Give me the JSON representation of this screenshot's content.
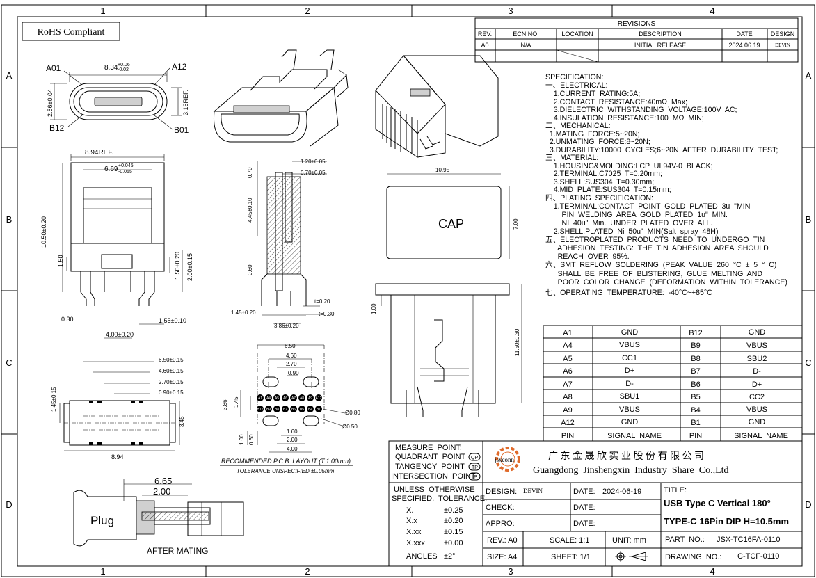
{
  "grid": {
    "cols": [
      "1",
      "2",
      "3",
      "4"
    ],
    "rows": [
      "A",
      "B",
      "C",
      "D"
    ]
  },
  "rohs": "RoHS Compliant",
  "revisions": {
    "title": "REVISIONS",
    "headers": [
      "REV.",
      "ECN NO.",
      "LOCATION",
      "DESCRIPTION",
      "DATE",
      "DESIGN"
    ],
    "rows": [
      [
        "A0",
        "N/A",
        "",
        "INITIAL RELEASE",
        "2024.06.19",
        "DEVIN"
      ]
    ]
  },
  "front_view": {
    "a01": "A01",
    "a12": "A12",
    "b12": "B12",
    "b01": "B01",
    "width": "8.34",
    "width_tol_plus": "+0.06",
    "width_tol_minus": "-0.02",
    "height": "2.56±0.04",
    "height_ref": "3.16REF."
  },
  "side_view": {
    "ref": "8.94REF.",
    "inner": "6.69",
    "inner_tol_plus": "+0.045",
    "inner_tol_minus": "-0.055",
    "height": "10.50±0.20",
    "d150": "1.50",
    "d150b": "1.50±0.20",
    "d200": "2.00±0.15",
    "d030": "0.30",
    "d155": "1.55±0.10",
    "d400": "4.00±0.20"
  },
  "section_view": {
    "d120": "1.20±0.05",
    "d070a": "0.70±0.05",
    "d070": "0.70",
    "d445": "4.45±0.10",
    "d060": "0.60",
    "d145": "1.45±0.20",
    "d386": "3.86±0.20",
    "t020": "t=0.20",
    "t030": "t=0.30"
  },
  "bottom_view": {
    "d650": "6.50±0.15",
    "d460": "4.60±0.15",
    "d270": "2.70±0.15",
    "d090": "0.90±0.15",
    "d145": "1.45±0.15",
    "d345": "3.45",
    "d894": "8.94"
  },
  "pcb": {
    "d650": "6.50",
    "d460": "4.60",
    "d270": "2.70",
    "d090": "0.90",
    "d386": "3.86",
    "d145": "1.45",
    "d080": "Ø0.80",
    "d050": "Ø0.50",
    "d160": "1.60",
    "d200": "2.00",
    "d400": "4.00",
    "d060": "0.60",
    "d100": "1.00",
    "pin_top": [
      "A1",
      "A4",
      "A5",
      "A6",
      "A7",
      "A8",
      "A9",
      "A12"
    ],
    "pin_bot": [
      "B12",
      "B9",
      "B8",
      "B7",
      "B6",
      "B5",
      "B4",
      "B1"
    ],
    "caption1": "RECOMMENDED  P.C.B. LAYOUT (T:1.00mm)",
    "caption2": "TOLERANCE UNSPECIFIED ±0.05mm"
  },
  "cap": {
    "label": "CAP",
    "w": "10.95",
    "h": "7.00"
  },
  "mated_front": {
    "d100": "1.00",
    "d1150": "11.50±0.30"
  },
  "mating": {
    "d665": "6.65",
    "d200": "2.00",
    "plug": "Plug",
    "caption": "AFTER MATING"
  },
  "spec": {
    "title": "SPECIFICATION:",
    "lines": [
      "一、ELECTRICAL:",
      "    1.CURRENT  RATING:5A;",
      "    2.CONTACT  RESISTANCE:40mΩ  Max;",
      "    3.DIELECTRIC  WITHSTANDING  VOLTAGE:100V  AC;",
      "    4.INSULATION  RESISTANCE:100  MΩ  MIN;",
      "二、MECHANICAL:",
      "  1.MATING  FORCE:5~20N;",
      "  2.UNMATING  FORCE:8~20N;",
      "  3.DURABILITY:10000  CYCLES;6~20N  AFTER  DURABILITY  TEST;",
      "三、MATERIAL:",
      "    1.HOUSING&MOLDING:LCP  UL94V-0  BLACK;",
      "    2.TERMINAL:C7025  T=0.20mm;",
      "    3.SHELL:SUS304  T=0.30mm;",
      "    4.MID  PLATE:SUS304  T=0.15mm;",
      "四、PLATING  SPECIFICATION:",
      "    1.TERMINAL:CONTACT  POINT  GOLD  PLATED  3u  \"MIN",
      "        PIN  WELDING  AREA  GOLD  PLATED  1u\"  MIN.",
      "        NI  40u\"  Min.  UNDER  PLATED  OVER  ALL.",
      "    2.SHELL:PLATED  Ni  50u\"  MIN(Salt  spray  48H)",
      "五、ELECTROPLATED  PRODUCTS  NEED  TO  UNDERGO  TIN",
      "      ADHESION  TESTING:  THE  TIN  ADHESION  AREA  SHOULD",
      "      REACH  OVER  95%.",
      "六、SMT  REFLOW  SOLDERING  (PEAK  VALUE  260  °C  ±  5  °  C)",
      "      SHALL  BE  FREE  OF  BLISTERING,  GLUE  MELTING  AND",
      "      POOR  COLOR  CHANGE  (DEFORMATION  WITHIN  TOLERANCE)",
      "七、OPERATING  TEMPERATURE:  -40°C~+85°C"
    ]
  },
  "pin_table": {
    "rows": [
      [
        "A1",
        "GND",
        "B12",
        "GND"
      ],
      [
        "A4",
        "VBUS",
        "B9",
        "VBUS"
      ],
      [
        "A5",
        "CC1",
        "B8",
        "SBU2"
      ],
      [
        "A6",
        "D+",
        "B7",
        "D-"
      ],
      [
        "A7",
        "D-",
        "B6",
        "D+"
      ],
      [
        "A8",
        "SBU1",
        "B5",
        "CC2"
      ],
      [
        "A9",
        "VBUS",
        "B4",
        "VBUS"
      ],
      [
        "A12",
        "GND",
        "B1",
        "GND"
      ]
    ],
    "header": [
      "PIN",
      "SIGNAL  NAME",
      "PIN",
      "SIGNAL  NAME"
    ]
  },
  "measure": {
    "lines": [
      "MEASURE  POINT:",
      "QUADRANT  POINT",
      "TANGENCY  POINT",
      "INTERSECTION  POINT"
    ],
    "badges": [
      "QP",
      "TP",
      "IP"
    ]
  },
  "company": {
    "logo": "jsxconn",
    "cn": "广 东 金 晟 欣 实 业 股 份 有 限 公 司",
    "en": "Guangdong  Jinshengxin  Industry  Share  Co.,Ltd"
  },
  "tolerance": {
    "title1": "UNLESS  OTHERWISE",
    "title2": "SPECIFIED,  TOLERANCE:",
    "rows": [
      [
        "X.",
        "±0.25"
      ],
      [
        "X.x",
        "±0.20"
      ],
      [
        "X.xx",
        "±0.15"
      ],
      [
        "X.xxx",
        "±0.00"
      ],
      [
        "ANGLES",
        "±2°"
      ]
    ]
  },
  "title_block": {
    "design_label": "DESIGN:",
    "design": "DEVIN",
    "date_label": "DATE:",
    "date": "2024-06-19",
    "check_label": "CHECK:",
    "check_date_label": "DATE:",
    "appro_label": "APPRO:",
    "appro_date_label": "DATE:",
    "title_label": "TITLE:",
    "title1": "USB Type C Vertical 180°",
    "title2": "TYPE-C 16Pin DIP H=10.5mm",
    "rev": "REV.: A0",
    "scale": "SCALE: 1:1",
    "unit": "UNIT: mm",
    "part_label": "PART  NO.:",
    "part": "JSX-TC16FA-0110",
    "size": "SIZE: A4",
    "sheet": "SHEET: 1/1",
    "drawing_label": "DRAWING  NO.:",
    "drawing": "C-TCF-0110"
  }
}
